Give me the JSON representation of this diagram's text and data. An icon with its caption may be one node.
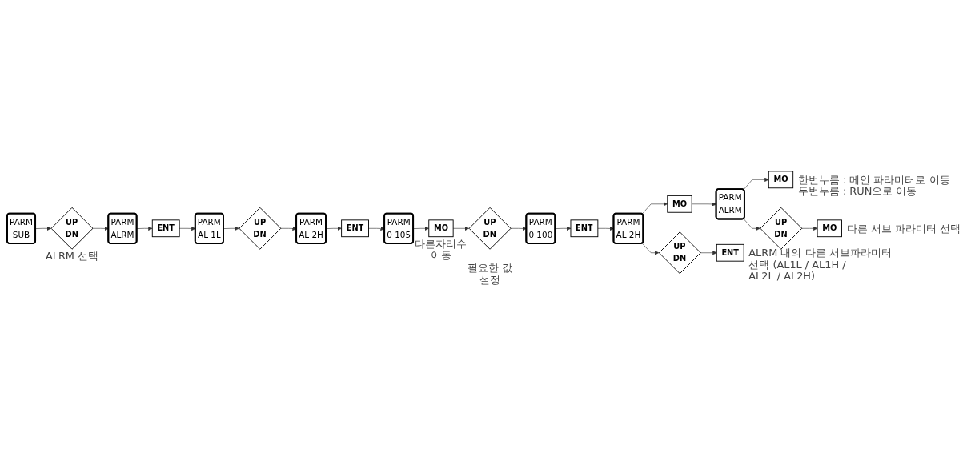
{
  "diagram": {
    "nodes": [
      {
        "text": [
          "PARM",
          "SUB"
        ]
      },
      {
        "text": [
          "UP",
          "DN"
        ],
        "beside": [
          "ALRM 선택"
        ]
      },
      {
        "text": [
          "PARM",
          "ALRM"
        ]
      },
      {
        "text": [
          "ENT"
        ]
      },
      {
        "text": [
          "PARM",
          "AL 1L"
        ]
      },
      {
        "text": [
          "UP",
          "DN"
        ]
      },
      {
        "text": [
          "PARM",
          "0 100"
        ]
      },
      {
        "text": [
          "UP",
          "DN"
        ],
        "beside": [
          "필요한 값 설정"
        ]
      },
      {
        "text": [
          "MO"
        ],
        "beside": [
          "다른자리수 이동"
        ]
      },
      {
        "text": [
          "PARM",
          "0 105"
        ]
      },
      {
        "text": [
          "ENT"
        ]
      },
      {
        "text": [
          "PARM",
          "AL 2H"
        ]
      },
      {
        "text": [
          "ENT"
        ]
      },
      {
        "text": [
          "PARM",
          "AL 2H"
        ]
      },
      {
        "text": [
          "MO"
        ]
      },
      {
        "text": [
          "PARM",
          "ALRM"
        ]
      },
      {
        "text": [
          "MO"
        ],
        "beside": [
          "한번누름 : 메인 파라미터로 이동",
          "두번누름 : RUN으로 이동"
        ]
      },
      {
        "text": [
          "UP",
          "DN"
        ]
      },
      {
        "text": [
          "MO"
        ],
        "beside": [
          "다른 서브 파라미터 선택"
        ]
      },
      {
        "text": [
          "UP",
          "DN"
        ]
      },
      {
        "text": [
          "ENT"
        ],
        "beside": [
          "ALRM 내의 다른 서브파라미터 선택 (AL1L / AL1H / AL2L / AL2H)"
        ]
      }
    ],
    "edges": [
      {
        "from": 0,
        "to": 1,
        "arrow": "to"
      },
      {
        "from": 1,
        "to": 2,
        "arrow": "to"
      },
      {
        "from": 2,
        "to": 3,
        "arrow": "to"
      },
      {
        "from": 3,
        "to": 4,
        "arrow": "to"
      },
      {
        "from": 4,
        "to": 5,
        "arrow": "to"
      },
      {
        "from": 5,
        "to": 11,
        "arrow": "to"
      },
      {
        "from": 11,
        "to": 10,
        "arrow": "to"
      },
      {
        "from": 10,
        "to": 9,
        "arrow": "to"
      },
      {
        "from": 9,
        "to": 8,
        "arrow": "to"
      },
      {
        "from": 8,
        "to": 7,
        "arrow": "to"
      },
      {
        "from": 7,
        "to": 6,
        "arrow": "to"
      },
      {
        "from": 6,
        "to": 12,
        "arrow": "to"
      },
      {
        "from": 12,
        "to": 13,
        "arrow": "to"
      },
      {
        "from": 13,
        "to": 14,
        "arrow": "to"
      },
      {
        "from": 14,
        "to": 15,
        "arrow": "to"
      },
      {
        "from": 15,
        "to": 16,
        "arrow": "to"
      },
      {
        "from": 15,
        "to": 17,
        "arrow": "to"
      },
      {
        "from": 17,
        "to": 18,
        "arrow": "to"
      },
      {
        "from": 13,
        "to": 19,
        "arrow": "to"
      },
      {
        "from": 19,
        "to": 20,
        "arrow": "to"
      }
    ]
  }
}
